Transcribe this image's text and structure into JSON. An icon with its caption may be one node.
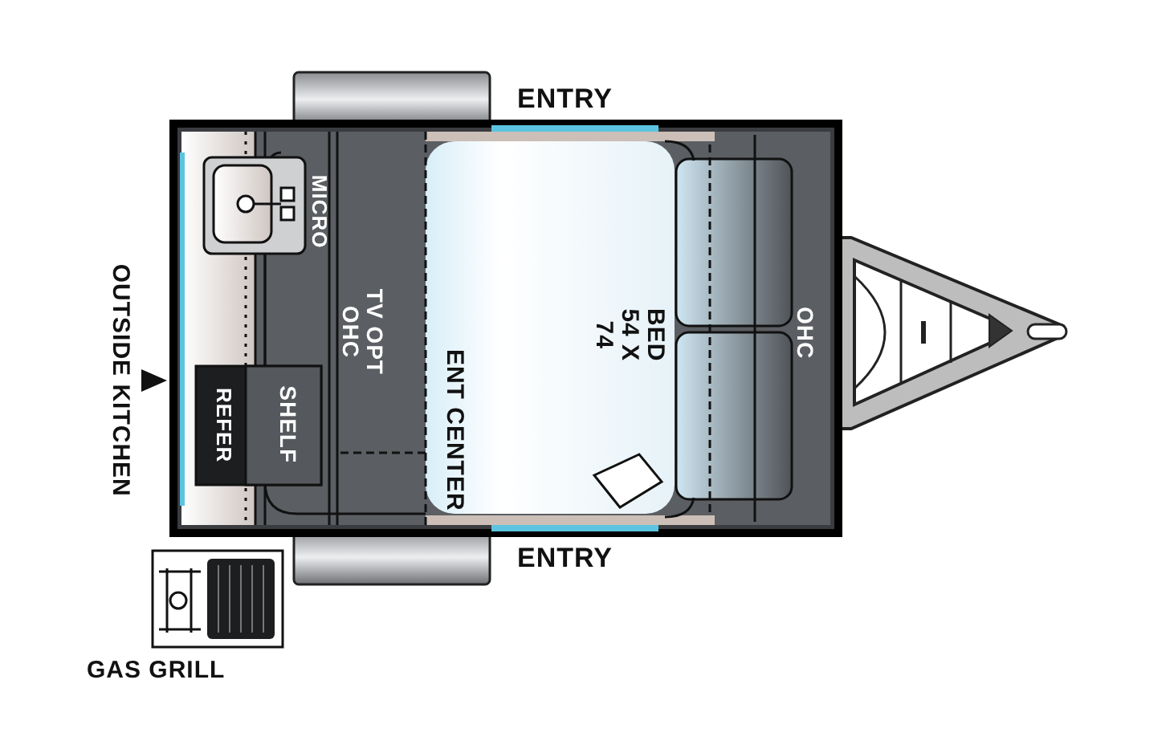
{
  "diagram": {
    "labels": [
      "ENTRY",
      "MICRO",
      "TV OPT OHC",
      "BED 54 X 74",
      "OHC",
      "OUTSIDE KITCHEN",
      "SHELF",
      "REFER",
      "ENT CENTER",
      "ENTRY",
      "GAS GRILL"
    ]
  }
}
